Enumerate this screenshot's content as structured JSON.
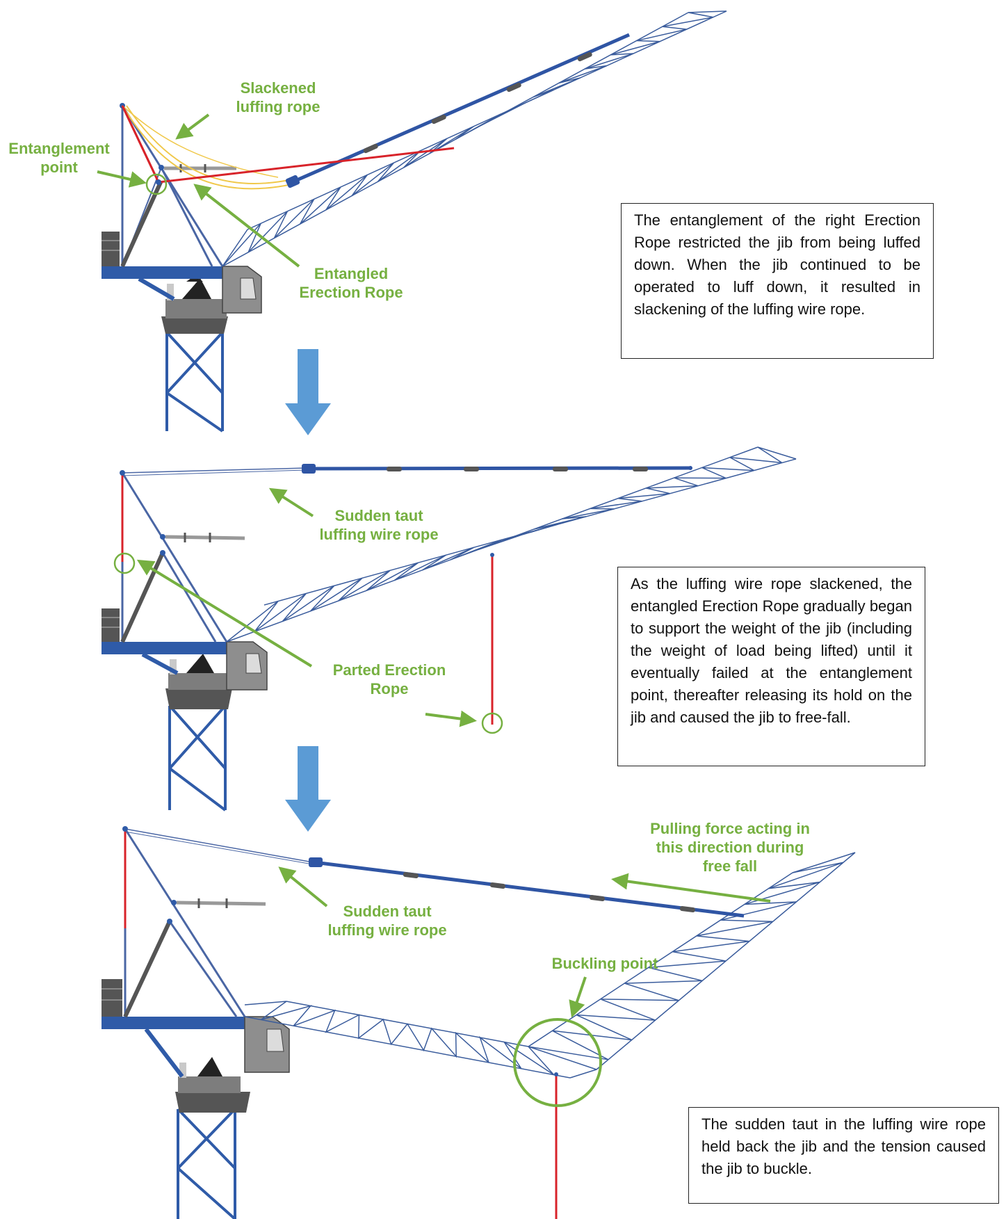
{
  "colors": {
    "annotation_green": "#76b041",
    "erection_rope_red": "#d8232a",
    "luffing_rope_blue": "#2f55a4",
    "slack_rope_yellow": "#f0c84a",
    "lattice_blue": "#3a5c9c",
    "platform_blue": "#2f5ba8",
    "arrow_blue": "#5b9bd5",
    "cab_grey": "#8e8e8e"
  },
  "stage1": {
    "label_slackened": [
      "Slackened",
      "luffing rope"
    ],
    "label_entanglement": [
      "Entanglement",
      "point"
    ],
    "label_entangled": [
      "Entangled",
      "Erection Rope"
    ],
    "description": "The entanglement of the right Erection Rope restricted the jib from being luffed down. When the jib continued to be operated to luff down, it resulted in slackening of the luffing wire rope."
  },
  "stage2": {
    "label_taut": [
      "Sudden taut",
      "luffing wire rope"
    ],
    "label_parted": [
      "Parted Erection",
      "Rope"
    ],
    "description": "As the luffing wire rope slackened, the entangled Erection Rope gradually began to support the weight of the jib (including the weight of load being lifted) until it eventually failed at the entanglement point, thereafter releasing its hold on the jib and caused the jib to free-fall."
  },
  "stage3": {
    "label_pulling": [
      "Pulling force acting in",
      "this direction during",
      "free fall"
    ],
    "label_taut": [
      "Sudden taut",
      "luffing wire rope"
    ],
    "label_buckling": "Buckling point",
    "description": "The sudden taut in the luffing wire rope held back the jib and the tension caused the jib to buckle."
  }
}
